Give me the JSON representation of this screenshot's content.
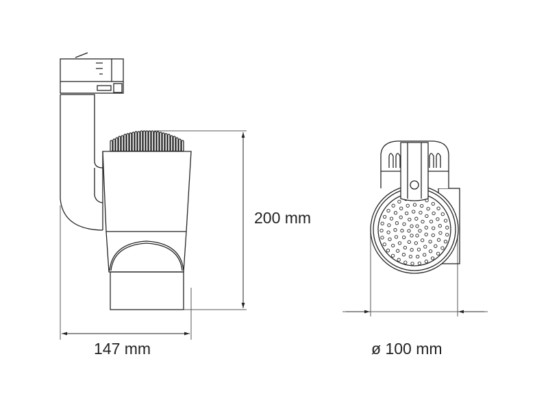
{
  "dimensions": {
    "height_label": "200 mm",
    "width_label": "147 mm",
    "diameter_label": "ø 100 mm"
  },
  "colors": {
    "line": "#222222",
    "dim_line": "#555555"
  }
}
